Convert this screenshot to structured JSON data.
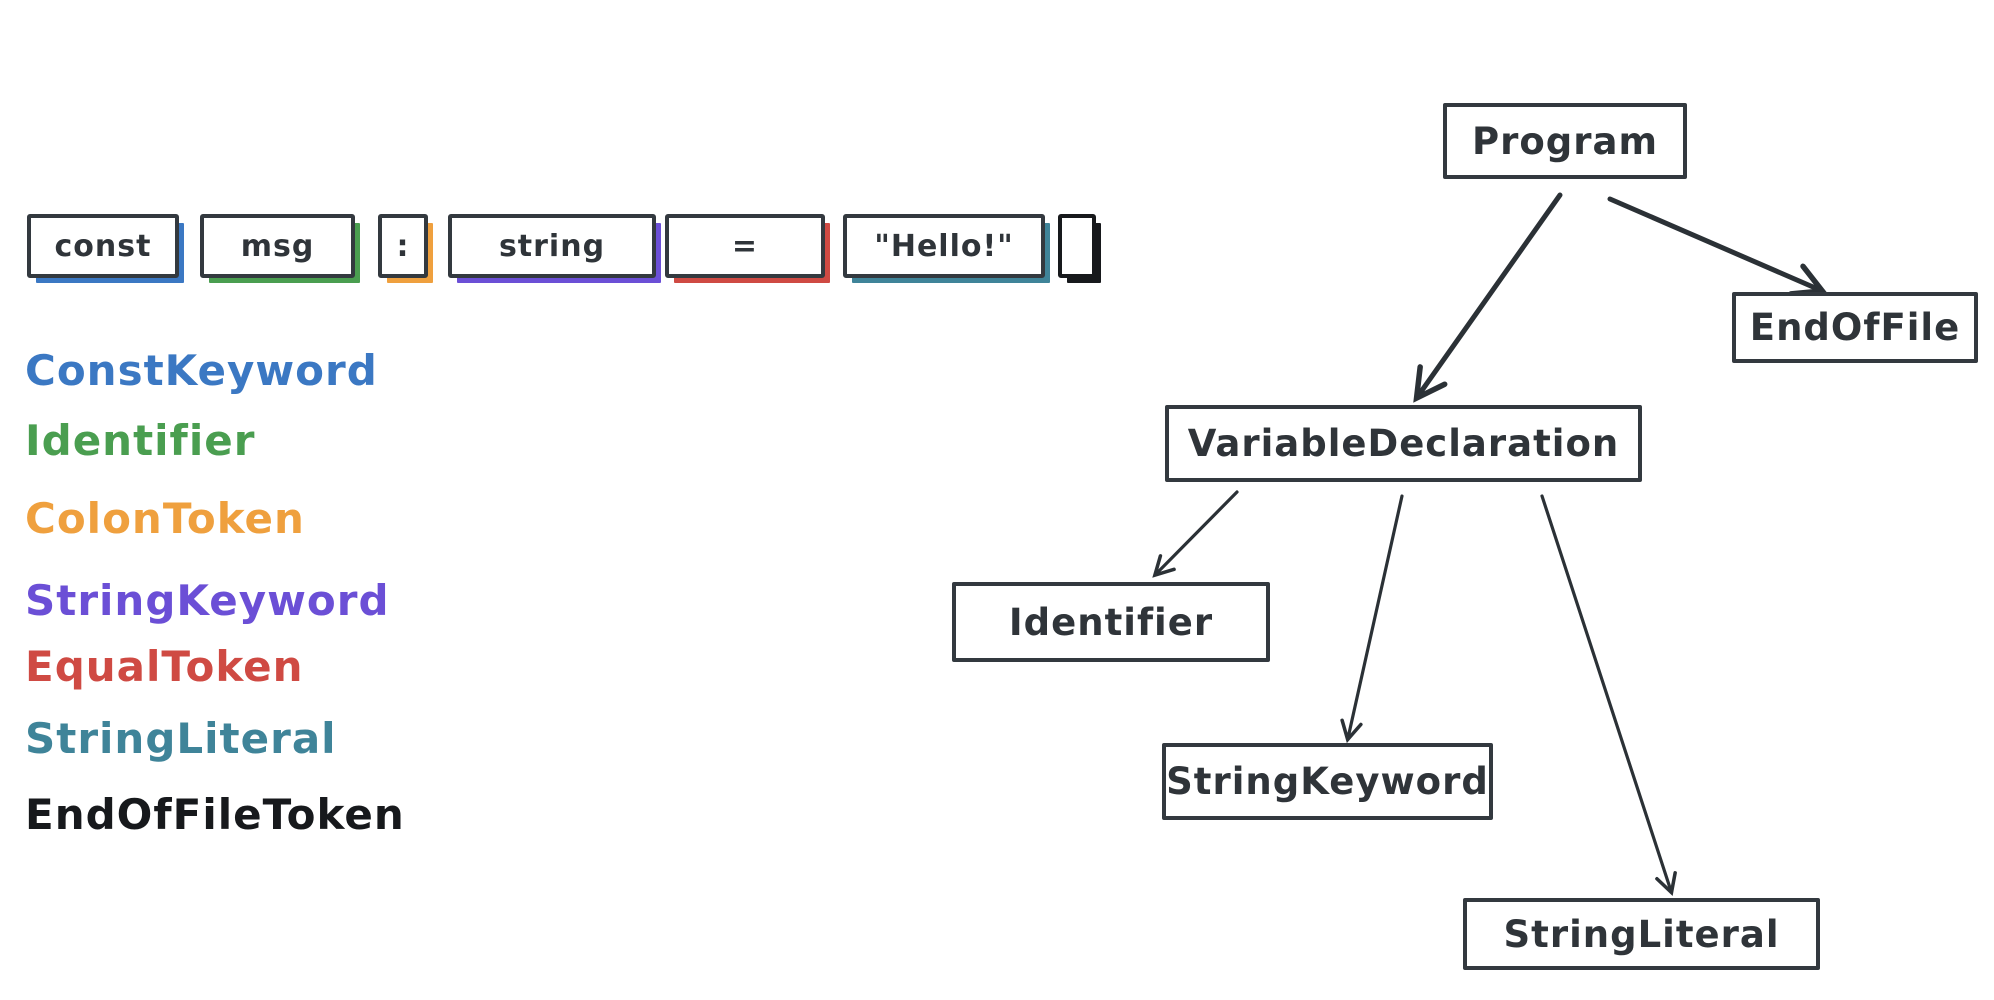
{
  "diagram": {
    "description": "Hand-drawn diagram of TypeScript tokenization of `const msg : string = \"Hello!\"` and its syntax tree"
  },
  "colors": {
    "ink": "#33393f",
    "black": "#17191c",
    "blue": "#3b78c3",
    "green": "#4a9e50",
    "orange": "#efa03e",
    "purple": "#6b4fd6",
    "red": "#cf4a43",
    "teal": "#3f8499"
  },
  "tokens": [
    {
      "text": "const",
      "token_type": "ConstKeyword",
      "color": "#3b78c3"
    },
    {
      "text": "msg",
      "token_type": "Identifier",
      "color": "#4a9e50"
    },
    {
      "text": ":",
      "token_type": "ColonToken",
      "color": "#efa03e"
    },
    {
      "text": "string",
      "token_type": "StringKeyword",
      "color": "#6b4fd6"
    },
    {
      "text": "=",
      "token_type": "EqualToken",
      "color": "#cf4a43"
    },
    {
      "text": "\"Hello!\"",
      "token_type": "StringLiteral",
      "color": "#3f8499"
    },
    {
      "text": "",
      "token_type": "EndOfFileToken",
      "color": "#17191c"
    }
  ],
  "legend": [
    {
      "label": "ConstKeyword",
      "color": "#3b78c3"
    },
    {
      "label": "Identifier",
      "color": "#4a9e50"
    },
    {
      "label": "ColonToken",
      "color": "#efa03e"
    },
    {
      "label": "StringKeyword",
      "color": "#6b4fd6"
    },
    {
      "label": "EqualToken",
      "color": "#cf4a43"
    },
    {
      "label": "StringLiteral",
      "color": "#3f8499"
    },
    {
      "label": "EndOfFileToken",
      "color": "#17191c"
    }
  ],
  "tree": {
    "nodes": [
      {
        "id": "program",
        "label": "Program"
      },
      {
        "id": "end-of-file",
        "label": "EndOfFile"
      },
      {
        "id": "variable-declaration",
        "label": "VariableDeclaration"
      },
      {
        "id": "identifier",
        "label": "Identifier"
      },
      {
        "id": "string-keyword",
        "label": "StringKeyword"
      },
      {
        "id": "string-literal",
        "label": "StringLiteral"
      }
    ],
    "edges": [
      {
        "from": "Program",
        "to": "VariableDeclaration"
      },
      {
        "from": "Program",
        "to": "EndOfFile"
      },
      {
        "from": "VariableDeclaration",
        "to": "Identifier"
      },
      {
        "from": "VariableDeclaration",
        "to": "StringKeyword"
      },
      {
        "from": "VariableDeclaration",
        "to": "StringLiteral"
      }
    ]
  }
}
